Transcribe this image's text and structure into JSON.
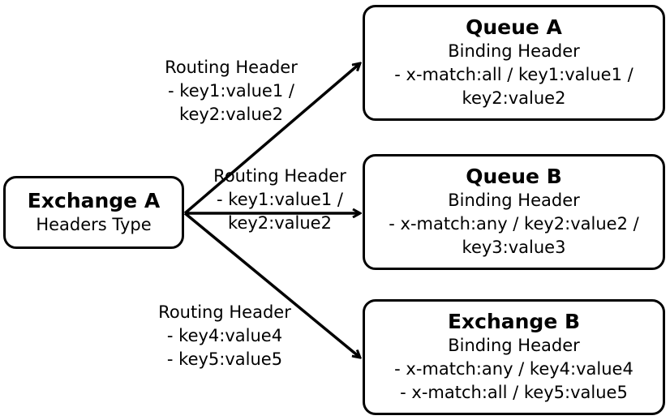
{
  "source_node": {
    "title": "Exchange A",
    "lines": [
      "Headers Type"
    ]
  },
  "targets": [
    {
      "title": "Queue A",
      "lines": [
        "Binding Header",
        "- x-match:all / key1:value1 /",
        "key2:value2"
      ],
      "routing": [
        "Routing Header",
        "- key1:value1 /",
        "key2:value2"
      ]
    },
    {
      "title": "Queue B",
      "lines": [
        "Binding Header",
        "- x-match:any / key2:value2 /",
        "key3:value3"
      ],
      "routing": [
        "Routing Header",
        "- key1:value1 /",
        "key2:value2"
      ]
    },
    {
      "title": "Exchange B",
      "lines": [
        "Binding Header",
        "- x-match:any / key4:value4",
        "- x-match:all / key5:value5"
      ],
      "routing": [
        "Routing Header",
        "- key4:value4",
        "- key5:value5"
      ]
    }
  ]
}
